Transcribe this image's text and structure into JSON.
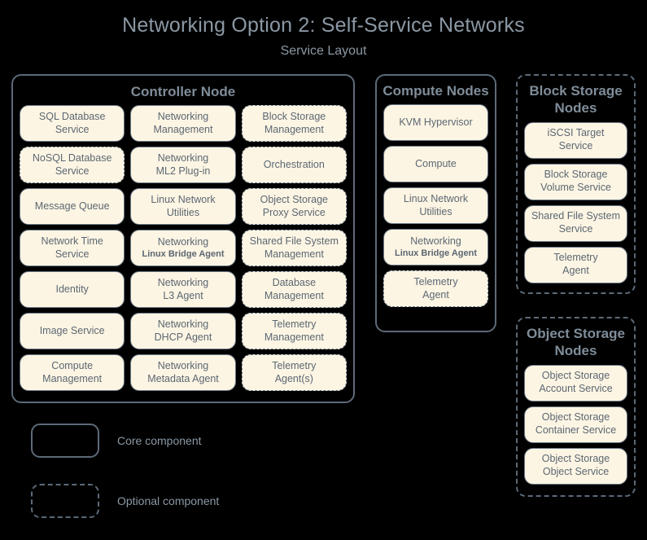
{
  "header": {
    "title": "Networking Option 2: Self-Service Networks",
    "subtitle": "Service Layout"
  },
  "groups": {
    "controller": {
      "title": "Controller Node",
      "optional_group": false,
      "columns": 3,
      "services": [
        {
          "line1": "SQL Database",
          "line2": "Service",
          "optional": false
        },
        {
          "line1": "Networking",
          "line2": "Management",
          "optional": false
        },
        {
          "line1": "Block Storage",
          "line2": "Management",
          "optional": true
        },
        {
          "line1": "NoSQL Database",
          "line2": "Service",
          "optional": true
        },
        {
          "line1": "Networking",
          "line2": "ML2 Plug-in",
          "optional": false
        },
        {
          "line1": "Orchestration",
          "line2": "",
          "optional": true
        },
        {
          "line1": "Message Queue",
          "line2": "",
          "optional": false
        },
        {
          "line1": "Linux Network",
          "line2": "Utilities",
          "optional": false
        },
        {
          "line1": "Object Storage",
          "line2": "Proxy Service",
          "optional": true
        },
        {
          "line1": "Network Time",
          "line2": "Service",
          "optional": false
        },
        {
          "line1": "Networking",
          "line2": "Linux Bridge Agent",
          "optional": false,
          "small_second": true
        },
        {
          "line1": "Shared File System",
          "line2": "Management",
          "optional": true
        },
        {
          "line1": "Identity",
          "line2": "",
          "optional": false
        },
        {
          "line1": "Networking",
          "line2": "L3 Agent",
          "optional": false
        },
        {
          "line1": "Database",
          "line2": "Management",
          "optional": true
        },
        {
          "line1": "Image Service",
          "line2": "",
          "optional": false
        },
        {
          "line1": "Networking",
          "line2": "DHCP Agent",
          "optional": false
        },
        {
          "line1": "Telemetry",
          "line2": "Management",
          "optional": true
        },
        {
          "line1": "Compute",
          "line2": "Management",
          "optional": false
        },
        {
          "line1": "Networking",
          "line2": "Metadata Agent",
          "optional": false
        },
        {
          "line1": "Telemetry",
          "line2": "Agent(s)",
          "optional": true
        }
      ]
    },
    "compute": {
      "title": "Compute Nodes",
      "optional_group": false,
      "columns": 1,
      "services": [
        {
          "line1": "KVM Hypervisor",
          "line2": "",
          "optional": false
        },
        {
          "line1": "Compute",
          "line2": "",
          "optional": false
        },
        {
          "line1": "Linux Network",
          "line2": "Utilities",
          "optional": false
        },
        {
          "line1": "Networking",
          "line2": "Linux Bridge Agent",
          "optional": false,
          "small_second": true
        },
        {
          "line1": "Telemetry",
          "line2": "Agent",
          "optional": true
        }
      ]
    },
    "block_storage": {
      "title": "Block Storage Nodes",
      "optional_group": true,
      "columns": 1,
      "services": [
        {
          "line1": "iSCSI Target",
          "line2": "Service",
          "optional": false
        },
        {
          "line1": "Block Storage",
          "line2": "Volume Service",
          "optional": false
        },
        {
          "line1": "Shared File System",
          "line2": "Service",
          "optional": false
        },
        {
          "line1": "Telemetry",
          "line2": "Agent",
          "optional": false
        }
      ]
    },
    "object_storage": {
      "title": "Object Storage Nodes",
      "optional_group": true,
      "columns": 1,
      "services": [
        {
          "line1": "Object Storage",
          "line2": "Account Service",
          "optional": false
        },
        {
          "line1": "Object Storage",
          "line2": "Container Service",
          "optional": false
        },
        {
          "line1": "Object Storage",
          "line2": "Object Service",
          "optional": false
        }
      ]
    }
  },
  "legend": {
    "core_label": "Core component",
    "optional_label": "Optional component"
  },
  "colors": {
    "background": "#000000",
    "box_fill": "#fdf5e3",
    "box_border": "#6a7886",
    "group_border": "#5c6a78",
    "title_text": "#8b98a4",
    "box_text": "#5b6773"
  }
}
